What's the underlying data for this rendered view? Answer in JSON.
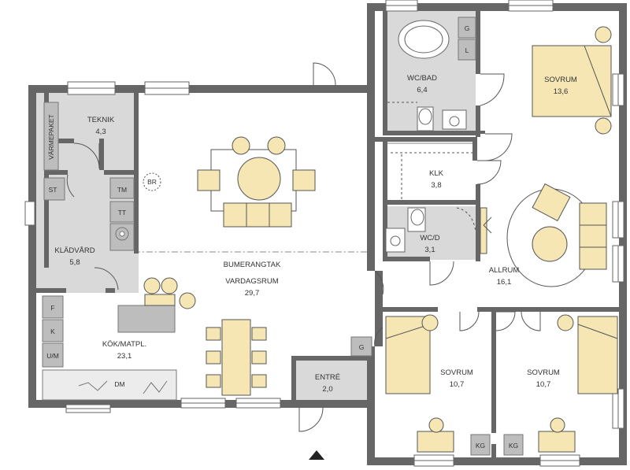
{
  "rooms": {
    "teknik": {
      "name": "TEKNIK",
      "area": "4,3"
    },
    "varmepaket": {
      "name": "VÄRMEPAKET"
    },
    "kladvard": {
      "name": "KLÄDVÅRD",
      "area": "5,8"
    },
    "vardagsrum": {
      "name": "VARDAGSRUM",
      "area": "29,7"
    },
    "bumerangtak": {
      "name": "BUMERANGTAK"
    },
    "kok": {
      "name": "KÖK/MATPL.",
      "area": "23,1"
    },
    "entre": {
      "name": "ENTRÉ",
      "area": "2,0"
    },
    "wc_bad": {
      "name": "WC/BAD",
      "area": "6,4"
    },
    "sovrum_main": {
      "name": "SOVRUM",
      "area": "13,6"
    },
    "klk": {
      "name": "KLK",
      "area": "3,8"
    },
    "wc_d": {
      "name": "WC/D",
      "area": "3,1"
    },
    "allrum": {
      "name": "ALLRUM",
      "area": "16,1"
    },
    "sovrum_left": {
      "name": "SOVRUM",
      "area": "10,7"
    },
    "sovrum_right": {
      "name": "SOVRUM",
      "area": "10,7"
    }
  },
  "fixtures": {
    "st": "ST",
    "tm": "TM",
    "tt": "TT",
    "br": "BR",
    "f": "F",
    "k": "K",
    "um": "U/M",
    "dm": "DM",
    "g_entre": "G",
    "g_bad": "G",
    "l_bad": "L",
    "kg_left": "KG",
    "kg_right": "KG"
  },
  "colors": {
    "wall": "#666666",
    "wet_room": "#d9d9d9",
    "furniture": "#f5e6b4",
    "furniture_stroke": "#555555",
    "fixture": "#bdbdbd"
  }
}
